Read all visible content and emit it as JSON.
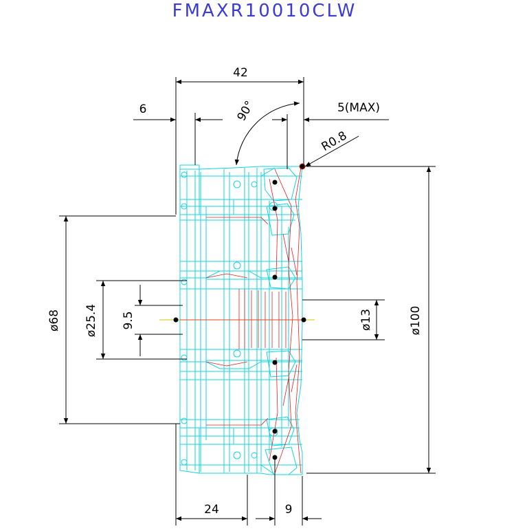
{
  "drawing": {
    "title": "FMAXR10010CLW",
    "colors": {
      "title": "#3b3bd6",
      "outline": "#12d4df",
      "detail": "#ee1b1b",
      "dimension": "#000000",
      "axis": "#c8c800"
    }
  },
  "dimensions": {
    "overall_length": "42",
    "flange_width": "6",
    "angle": "90°",
    "max_depth": "5(MAX)",
    "corner_radius": "R0.8",
    "bore_diameter": "ø25.4",
    "keyway_width": "9.5",
    "body_diameter": "ø68",
    "center_diameter": "ø13",
    "cutter_diameter": "ø100",
    "length_24": "24",
    "length_9": "9"
  }
}
